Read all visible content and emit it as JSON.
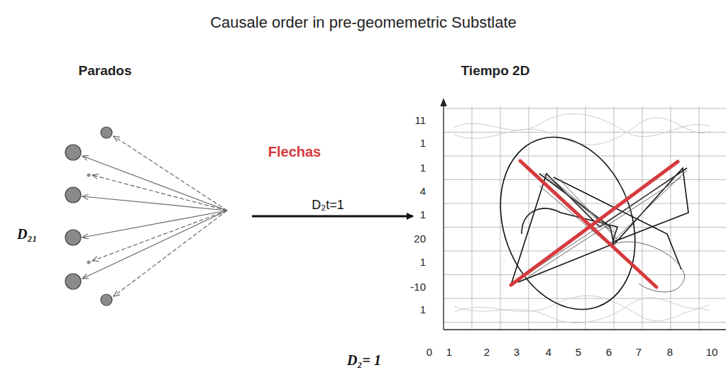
{
  "diagram": {
    "title": "Causale order in pre-geomemetric Substlate",
    "labels": [
      "Parados",
      "Tiempo 2D",
      "Flechas",
      "D₂t=1",
      "D₂₁",
      "D₂= 1",
      "11",
      "1",
      "1",
      "4",
      "1",
      "20",
      "1",
      "-10",
      "1",
      "0",
      "1",
      "2",
      "3",
      "4",
      "5",
      "6",
      "7",
      "8",
      "10"
    ]
  }
}
